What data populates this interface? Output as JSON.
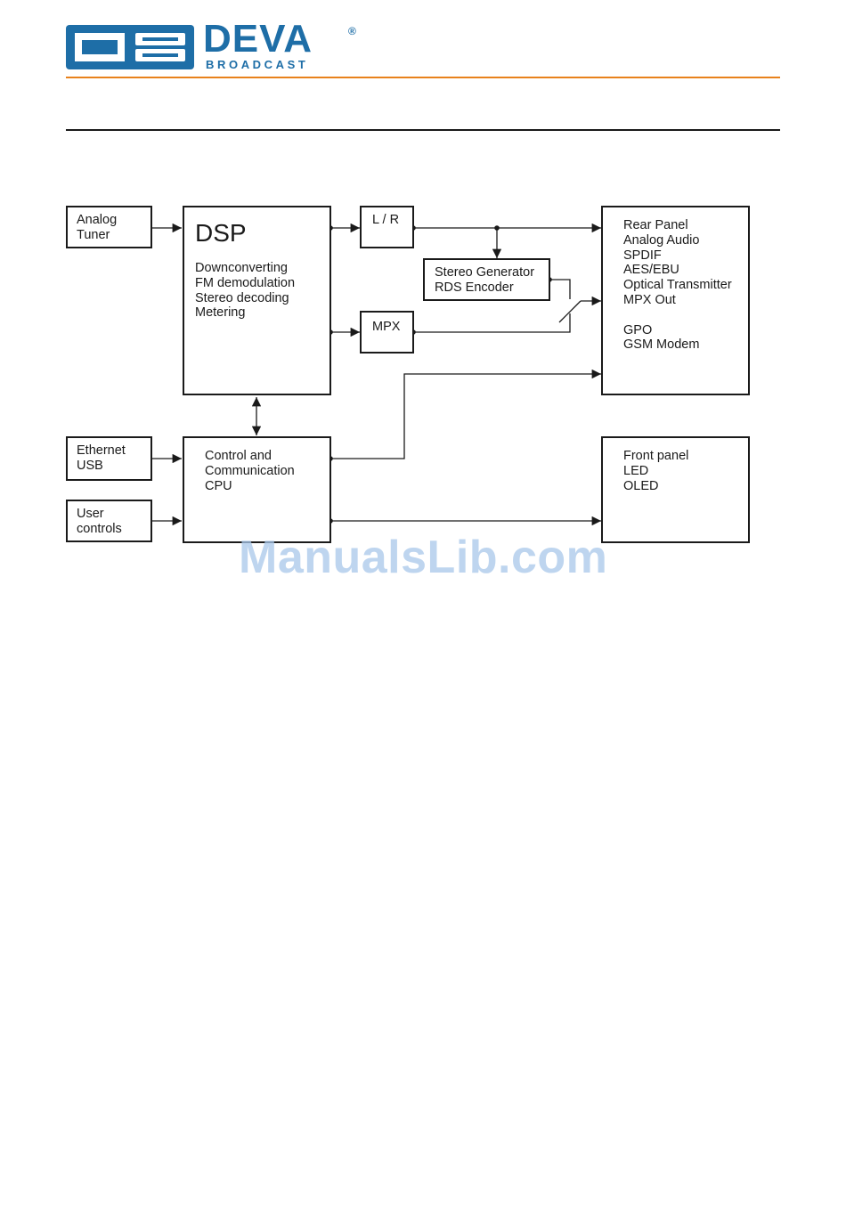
{
  "header": {
    "brand_name": "DEVA",
    "brand_sub": "BROADCAST",
    "reg_mark": "®",
    "colors": {
      "brand_blue": "#1e6ea7",
      "accent_orange": "#e8821c"
    }
  },
  "blocks": {
    "analog_tuner": [
      "Analog",
      "Tuner"
    ],
    "dsp_title": "DSP",
    "dsp_lines": [
      "Downconverting",
      "FM demodulation",
      "Stereo decoding",
      "Metering"
    ],
    "lr": "L / R",
    "mpx": "MPX",
    "stereo_gen": [
      "Stereo Generator",
      "RDS Encoder"
    ],
    "rear_panel_a": [
      "Rear Panel",
      "Analog Audio",
      "SPDIF",
      "AES/EBU",
      "Optical Transmitter",
      "MPX Out"
    ],
    "rear_panel_b": [
      "GPO",
      "GSM Modem"
    ],
    "ethernet_usb": [
      "Ethernet",
      "USB"
    ],
    "user_controls": [
      "User",
      "controls"
    ],
    "cpu": [
      "Control and",
      "Communication",
      "CPU"
    ],
    "front_panel": [
      "Front panel",
      "LED",
      "OLED"
    ]
  },
  "watermark": "ManualsLib.com"
}
